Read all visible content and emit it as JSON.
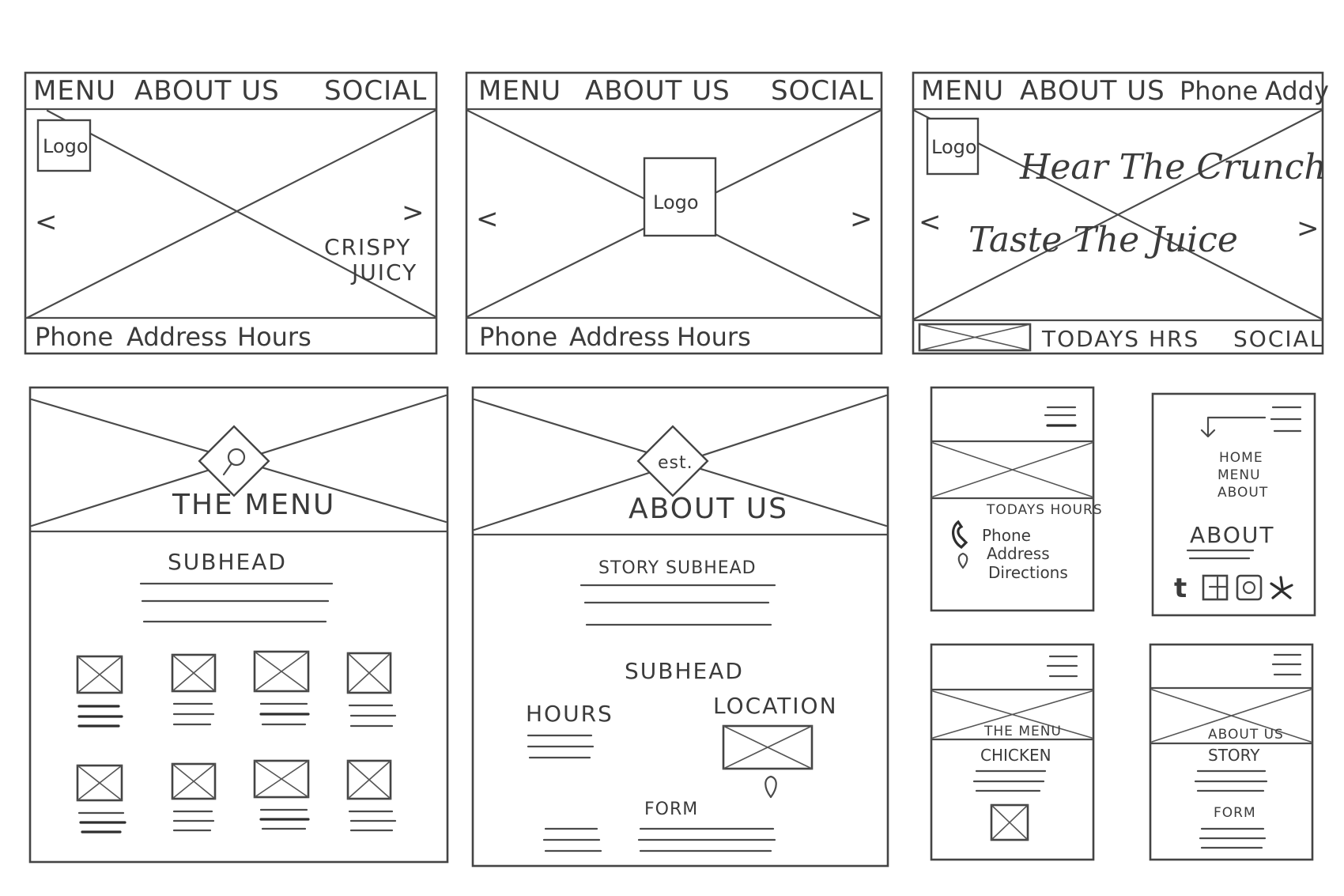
{
  "wf1": {
    "nav": [
      "MENU",
      "ABOUT US",
      "SOCIAL"
    ],
    "logo": "Logo",
    "prev": "<",
    "next": ">",
    "tagline_1": "CRISPY",
    "tagline_2": "JUICY",
    "footer": [
      "Phone",
      "Address",
      "Hours"
    ]
  },
  "wf2": {
    "nav": [
      "MENU",
      "ABOUT US",
      "SOCIAL"
    ],
    "logo": "Logo",
    "prev": "<",
    "next": ">",
    "footer": [
      "Phone",
      "Address",
      "Hours"
    ]
  },
  "wf3": {
    "nav": [
      "MENU",
      "ABOUT US",
      "Phone",
      "Addy"
    ],
    "logo": "Logo",
    "headline_1": "Hear The Crunch",
    "headline_2": "Taste The Juice",
    "prev": "<",
    "next": ">",
    "footer": [
      "TODAYS HRS",
      "SOCIAL"
    ]
  },
  "menu_page": {
    "title": "THE MENU",
    "subhead": "SUBHEAD"
  },
  "about_page": {
    "badge": "est.",
    "title": "ABOUT US",
    "story_subhead": "STORY SUBHEAD",
    "subhead": "SUBHEAD",
    "hours": "HOURS",
    "location": "LOCATION",
    "form": "FORM"
  },
  "mobile_home": {
    "hours_label": "TODAYS HOURS",
    "contact": [
      "Phone",
      "Address",
      "Directions"
    ]
  },
  "mobile_nav": {
    "items": [
      "HOME",
      "MENU",
      "ABOUT"
    ],
    "about_heading": "ABOUT",
    "social_icons": [
      "tumblr-icon",
      "facebook-icon",
      "instagram-icon",
      "yelp-icon"
    ],
    "tumblr_glyph": "t"
  },
  "mobile_menu": {
    "title": "THE MENU",
    "item": "CHICKEN"
  },
  "mobile_about": {
    "title": "ABOUT US",
    "story": "STORY",
    "form": "FORM"
  }
}
